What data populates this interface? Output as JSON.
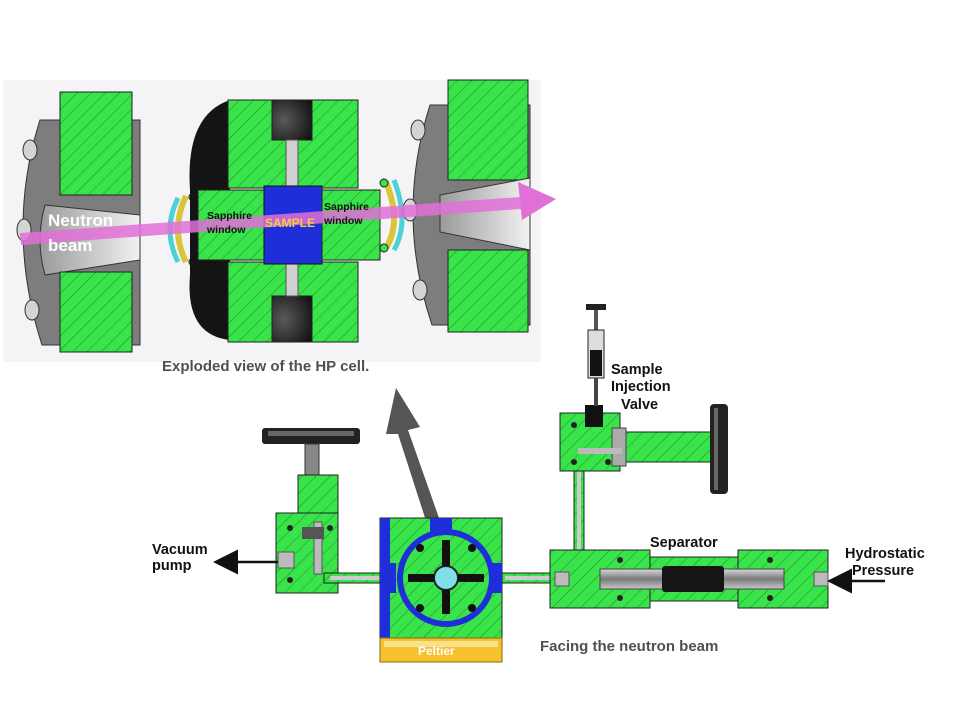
{
  "exploded_view": {
    "beam_label_line1": "Neutron",
    "beam_label_line2": "beam",
    "left_window_line1": "Sapphire",
    "left_window_line2": "window",
    "sample_label": "SAMPLE",
    "right_window_line1": "Sapphire",
    "right_window_line2": "window",
    "caption": "Exploded view of the HP cell."
  },
  "system": {
    "vacuum_line1": "Vacuum",
    "vacuum_line2": "pump",
    "injection_line1": "Sample",
    "injection_line2": "Injection",
    "injection_line3": "Valve",
    "separator_label": "Separator",
    "pressure_line1": "Hydrostatic",
    "pressure_line2": "Pressure",
    "peltier_label": "Peltier",
    "caption": "Facing the neutron beam"
  },
  "colors": {
    "body_green": "#39e34a",
    "outline": "#1c1c1c",
    "blue": "#1e2ed8",
    "peltier_yellow": "#f5c22e",
    "beam_magenta": "#e070d8",
    "steel_gray": "#8f8f8f",
    "caption_gray": "#505050"
  }
}
